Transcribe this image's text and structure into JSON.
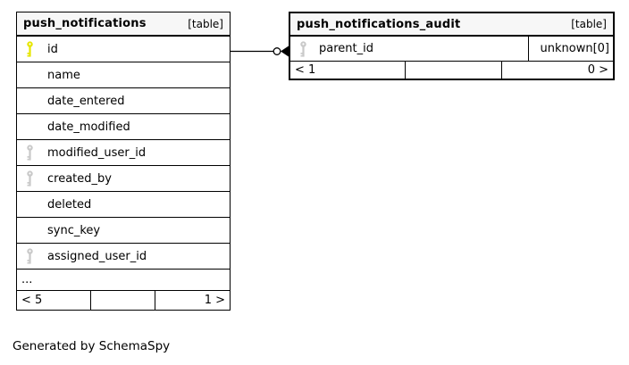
{
  "diagram": {
    "generated_by": "Generated by SchemaSpy"
  },
  "colors": {
    "primary_key": "#e6e600",
    "foreign_key": "#c9c9c9",
    "header_bg": "#f7f7f7",
    "border": "#000000"
  },
  "tables": [
    {
      "name": "push_notifications",
      "type_label": "[table]",
      "columns": [
        {
          "name": "id",
          "key": "primary"
        },
        {
          "name": "name",
          "key": "none"
        },
        {
          "name": "date_entered",
          "key": "none"
        },
        {
          "name": "date_modified",
          "key": "none"
        },
        {
          "name": "modified_user_id",
          "key": "foreign"
        },
        {
          "name": "created_by",
          "key": "foreign"
        },
        {
          "name": "deleted",
          "key": "none"
        },
        {
          "name": "sync_key",
          "key": "none"
        },
        {
          "name": "assigned_user_id",
          "key": "foreign"
        }
      ],
      "ellipsis": "...",
      "footer": {
        "left": "< 5",
        "center": "",
        "right": "1 >"
      }
    },
    {
      "name": "push_notifications_audit",
      "type_label": "[table]",
      "columns": [
        {
          "name": "parent_id",
          "key": "foreign",
          "type": "unknown[0]"
        }
      ],
      "footer": {
        "left": "< 1",
        "center": "",
        "right": "0 >"
      }
    }
  ],
  "relationship": {
    "from": "push_notifications.id",
    "to": "push_notifications_audit.parent_id"
  }
}
